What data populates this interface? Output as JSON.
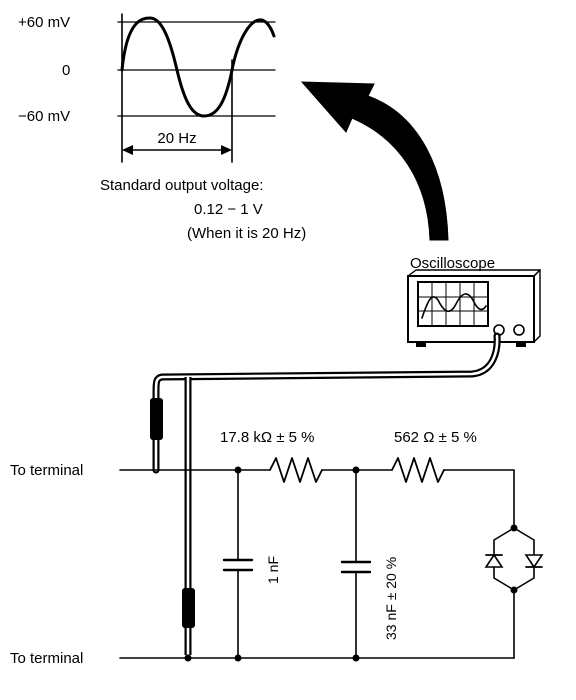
{
  "waveform": {
    "label_top": "+60 mV",
    "label_mid": "0",
    "label_bottom": "−60 mV",
    "frequency_label": "20 Hz"
  },
  "output_note": {
    "line1": "Standard output voltage:",
    "line2": "0.12 − 1 V",
    "line3": "(When it is 20 Hz)"
  },
  "oscilloscope": {
    "title": "Oscilloscope"
  },
  "circuit": {
    "terminal_top": "To terminal",
    "terminal_bottom": "To terminal",
    "resistor1": "17.8 kΩ ± 5 %",
    "resistor2": "562 Ω ± 5 %",
    "capacitor1": "1 nF",
    "capacitor2": "33 nF ± 20 %"
  }
}
